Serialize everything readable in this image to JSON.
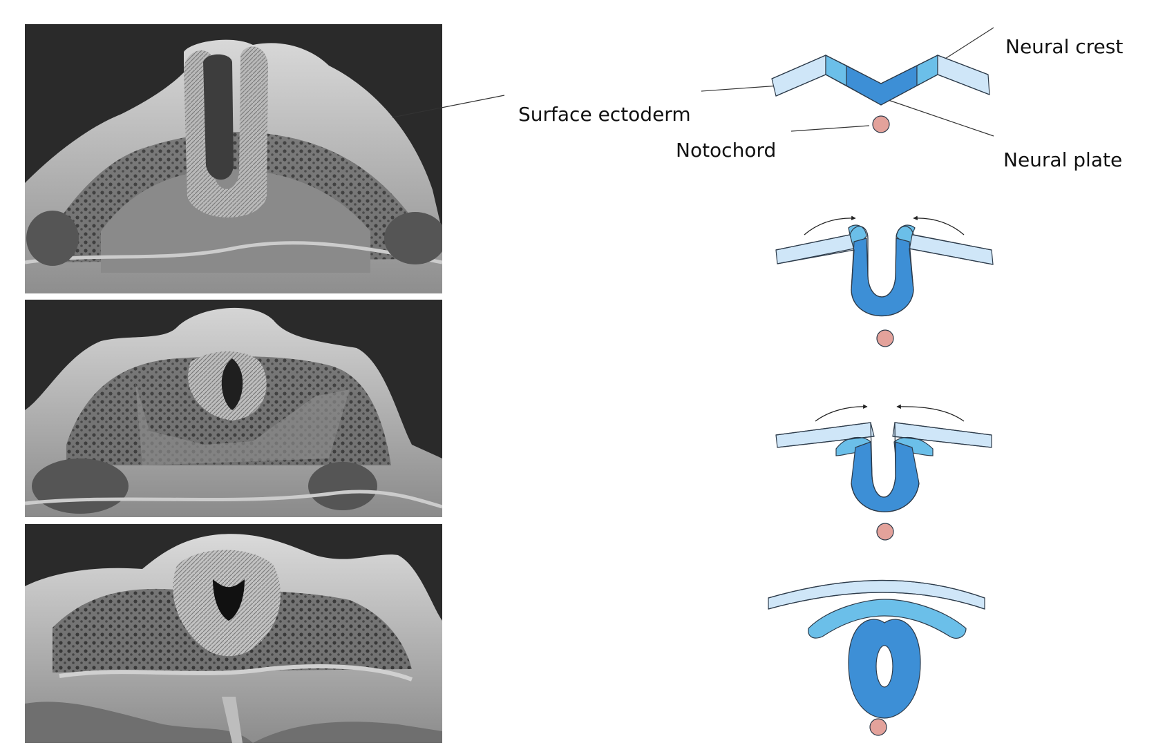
{
  "labels": {
    "surface_ectoderm": "Surface ectoderm",
    "notochord": "Notochord",
    "neural_crest": "Neural crest",
    "neural_plate": "Neural plate"
  },
  "colors": {
    "surface_ectoderm": "#cfe6f8",
    "neural_crest": "#6bbfe9",
    "neural_plate": "#3d8fd6",
    "notochord": "#e3a29b",
    "outline": "#2d3b4a",
    "micrograph_background": "#2a2a2a"
  },
  "micrographs": [
    {
      "stage": 1
    },
    {
      "stage": 2
    },
    {
      "stage": 3
    }
  ],
  "schematic_stages": [
    {
      "stage": 1
    },
    {
      "stage": 2
    },
    {
      "stage": 3
    },
    {
      "stage": 4
    }
  ]
}
